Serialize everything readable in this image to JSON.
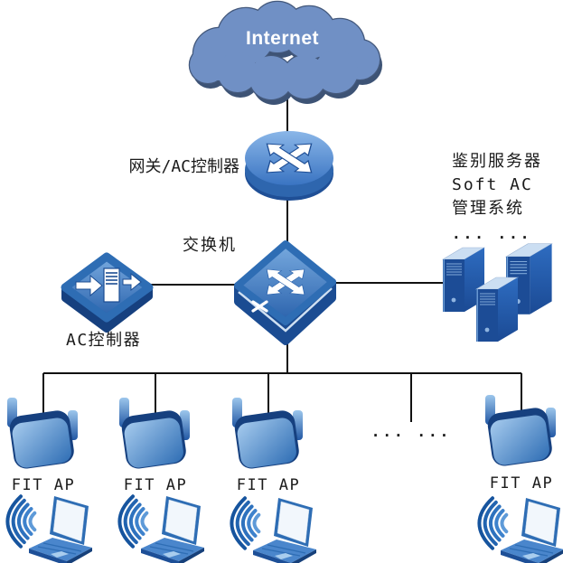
{
  "diagram": {
    "internet": {
      "label": "Internet"
    },
    "gateway": {
      "label": "网关/AC控制器"
    },
    "switch": {
      "label": "交换机"
    },
    "ac_controller": {
      "label": "AC控制器"
    },
    "auth_server": {
      "line1": "鉴别服务器",
      "line2": "Soft AC",
      "line3": "管理系统",
      "ellipsis": "... ..."
    },
    "ap_row": {
      "ellipsis": "... ...",
      "aps": [
        {
          "label": "FIT AP"
        },
        {
          "label": "FIT AP"
        },
        {
          "label": "FIT AP"
        },
        {
          "label": "FIT AP"
        }
      ]
    },
    "icons": {
      "internet": "cloud-icon",
      "gateway": "router-icon",
      "switch": "switch-icon",
      "ac_controller": "ac-device-icon",
      "auth_server": "server-towers-icon",
      "access_point": "access-point-icon",
      "client": "wireless-laptop-icon",
      "wifi": "wifi-signal-icon"
    },
    "colors": {
      "cloud_fill": "#7090C5",
      "cloud_edge": "#44597C",
      "cloud_shadow": "#3D5375",
      "device_blue": "#2E6DB4",
      "device_blue_dark": "#16407F",
      "device_blue_light": "#9AC2EA",
      "server_front": "#1C4C96",
      "server_top": "#CBDEF2",
      "line": "#111111",
      "text": "#1A1A1A",
      "background": "#FFFFFF"
    }
  }
}
